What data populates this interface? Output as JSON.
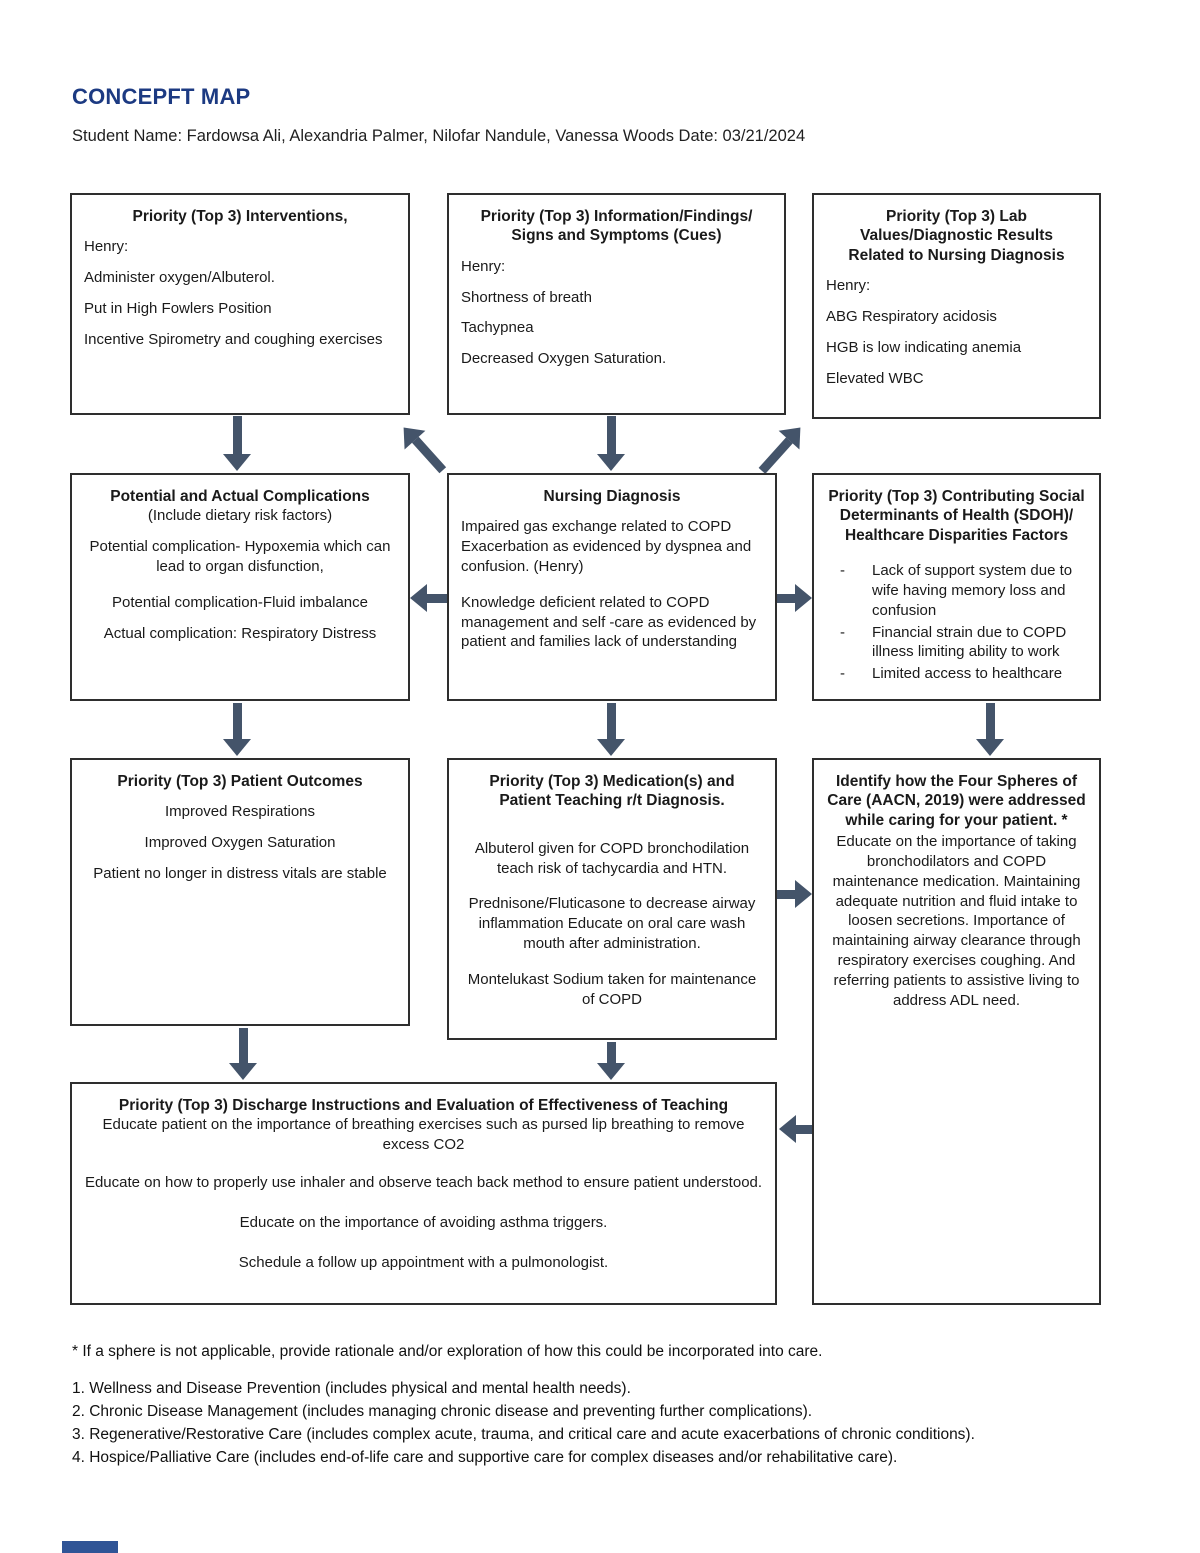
{
  "colors": {
    "title": "#1c3a82",
    "arrow": "#44546a",
    "border": "#2e2e2e",
    "accent": "#2f5496"
  },
  "header": {
    "title": "CONCEPFT MAP",
    "student_line": "Student Name: Fardowsa Ali, Alexandria Palmer, Nilofar Nandule, Vanessa Woods Date: 03/21/2024"
  },
  "boxes": {
    "interventions": {
      "title": "Priority (Top 3) Interventions,",
      "lines": [
        "Henry:",
        "Administer oxygen/Albuterol.",
        "Put in High Fowlers Position",
        "Incentive Spirometry and coughing exercises"
      ]
    },
    "findings": {
      "title": "Priority (Top 3) Information/Findings/ Signs and Symptoms (Cues)",
      "lines": [
        "Henry:",
        "Shortness of breath",
        "Tachypnea",
        "Decreased Oxygen Saturation."
      ]
    },
    "labs": {
      "title": "Priority (Top 3) Lab Values/Diagnostic Results Related to Nursing Diagnosis",
      "lines": [
        "Henry:",
        "ABG Respiratory acidosis",
        "HGB is low indicating anemia",
        "Elevated WBC"
      ]
    },
    "complications": {
      "title": "Potential and Actual Complications",
      "subtitle": "(Include dietary risk factors)",
      "lines": [
        "Potential complication- Hypoxemia which can lead to organ disfunction,",
        "Potential complication-Fluid imbalance",
        "Actual complication: Respiratory Distress"
      ]
    },
    "nursing_diagnosis": {
      "title": "Nursing Diagnosis",
      "lines": [
        "Impaired gas exchange related to COPD Exacerbation as evidenced by dyspnea and confusion. (Henry)",
        "Knowledge deficient related to COPD management and self -care as evidenced by patient and families lack of understanding"
      ]
    },
    "sdoh": {
      "title": "Priority (Top 3) Contributing Social Determinants of Health (SDOH)/ Healthcare Disparities Factors",
      "marker": "-",
      "items": [
        "Lack of support system due to wife having memory loss and confusion",
        "Financial strain due to COPD illness limiting ability to work",
        "Limited access to healthcare"
      ]
    },
    "outcomes": {
      "title": "Priority (Top 3) Patient Outcomes",
      "lines": [
        "Improved Respirations",
        "Improved Oxygen Saturation",
        "Patient no longer in distress vitals are stable"
      ]
    },
    "medications": {
      "title": "Priority (Top 3) Medication(s) and Patient Teaching r/t Diagnosis.",
      "lines": [
        "Albuterol given for COPD bronchodilation teach risk of tachycardia and HTN.",
        "Prednisone/Fluticasone to decrease airway inflammation Educate on oral care wash mouth after administration.",
        "Montelukast Sodium taken for maintenance of COPD"
      ]
    },
    "four_spheres": {
      "title": "Identify how the Four Spheres of Care (AACN, 2019) were addressed while caring for your patient. *",
      "body": "Educate on the importance of taking bronchodilators and COPD maintenance medication. Maintaining adequate nutrition and fluid intake to loosen secretions. Importance of maintaining airway clearance through respiratory exercises coughing. And referring patients to assistive living to address ADL need."
    },
    "discharge": {
      "title": "Priority (Top 3) Discharge Instructions and Evaluation of Effectiveness of Teaching",
      "lines": [
        "Educate patient on the importance of breathing exercises such as pursed lip breathing to remove excess CO2",
        "Educate on how to properly use inhaler and observe teach back method to ensure patient understood.",
        "Educate on the importance of avoiding asthma triggers.",
        "Schedule a follow up appointment with a pulmonologist."
      ]
    }
  },
  "footer": {
    "note": "* If a sphere is not applicable, provide rationale and/or exploration of how this could be incorporated into care.",
    "items": [
      "1. Wellness and Disease Prevention (includes physical and mental health needs).",
      "2. Chronic Disease Management (includes managing chronic disease and preventing further complications).",
      "3. Regenerative/Restorative Care (includes complex acute, trauma, and critical care and acute exacerbations of chronic conditions).",
      "4. Hospice/Palliative Care (includes end-of-life care and supportive care for complex diseases and/or rehabilitative care)."
    ]
  }
}
